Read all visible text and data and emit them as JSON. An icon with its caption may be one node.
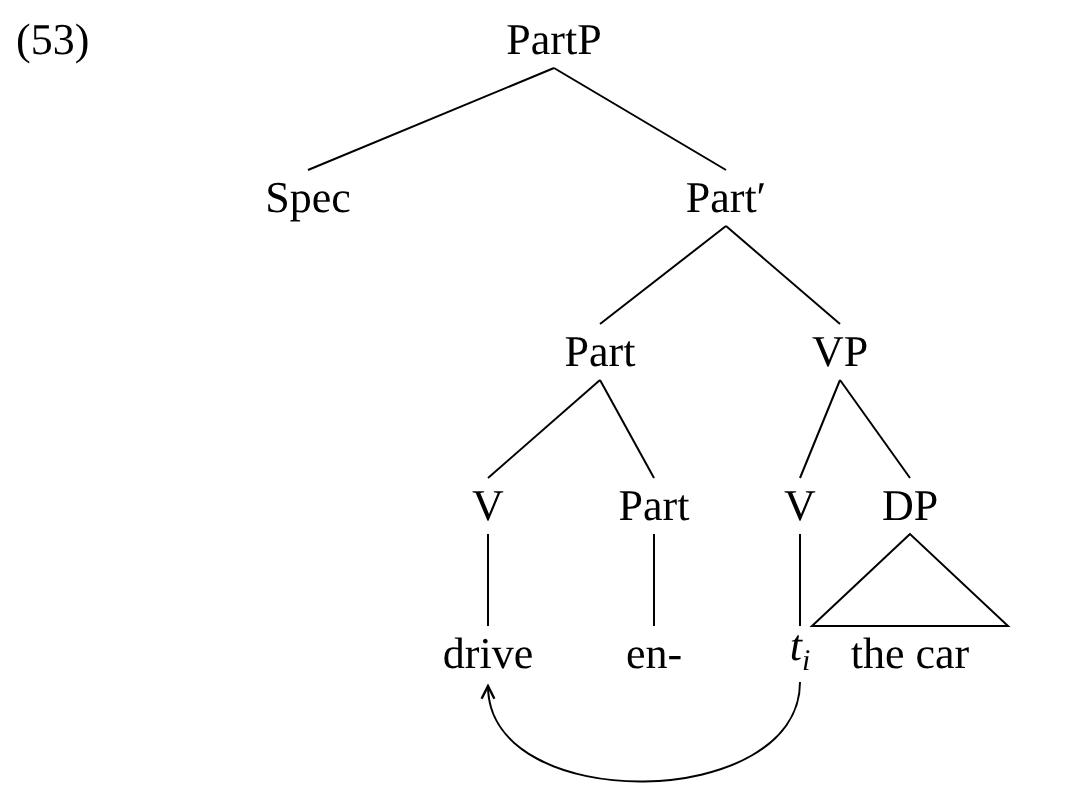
{
  "diagram": {
    "nodes": [
      {
        "text": [
          "PartP"
        ]
      },
      {
        "text": [
          "Spec"
        ]
      },
      {
        "text": [
          "Part′"
        ]
      },
      {
        "text": [
          "Part"
        ]
      },
      {
        "text": [
          "VP"
        ]
      },
      {
        "text": [
          "V"
        ]
      },
      {
        "text": [
          "Part"
        ]
      },
      {
        "text": [
          "V"
        ]
      },
      {
        "text": [
          "DP"
        ]
      },
      {
        "text": [
          "drive"
        ]
      },
      {
        "text": [
          "en-"
        ]
      },
      {
        "text": [
          "*t*$_{i}$"
        ]
      },
      {
        "text": [
          "the car"
        ]
      }
    ],
    "edges": [
      {
        "from": 0,
        "to": 1,
        "arrow": "none"
      },
      {
        "from": 0,
        "to": 2,
        "arrow": "none"
      },
      {
        "from": 2,
        "to": 3,
        "arrow": "none"
      },
      {
        "from": 2,
        "to": 4,
        "arrow": "none"
      },
      {
        "from": 3,
        "to": 5,
        "arrow": "none"
      },
      {
        "from": 3,
        "to": 6,
        "arrow": "none"
      },
      {
        "from": 4,
        "to": 7,
        "arrow": "none"
      },
      {
        "from": 4,
        "to": 8,
        "arrow": "none"
      },
      {
        "from": 5,
        "to": 9,
        "arrow": "none"
      },
      {
        "from": 6,
        "to": 10,
        "arrow": "none"
      },
      {
        "from": 7,
        "to": 11,
        "arrow": "none"
      },
      {
        "from": 8,
        "to": 12,
        "arrow": "none"
      },
      {
        "from": 11,
        "to": 9,
        "arrow": "to"
      }
    ],
    "labels": [
      "(53)"
    ]
  }
}
